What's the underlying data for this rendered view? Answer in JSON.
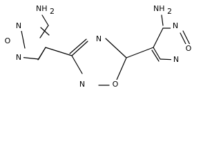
{
  "molecule": {
    "groups": {
      "left_amine": "NH",
      "left_amine_sub": "2",
      "right_amine": "NH",
      "right_amine_sub": "2"
    },
    "left_furazan": {
      "n_top": "N",
      "o": "O",
      "n_bottom": "N"
    },
    "central_oxadiazole": {
      "n_top": "N",
      "n_bottom": "N",
      "o": "O"
    },
    "right_furazan": {
      "n_top": "N",
      "o": "O",
      "n_bottom": "N"
    }
  },
  "colors": {
    "bond": "#000000",
    "label": "#000000",
    "background": "#ffffff"
  }
}
